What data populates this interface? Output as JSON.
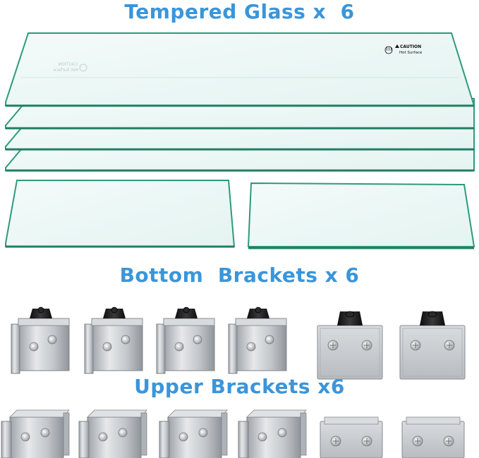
{
  "headings": {
    "glass": "Tempered Glass x  6",
    "bottom": "Bottom  Brackets x 6",
    "upper": "Upper Brackets x6"
  },
  "caution_label": {
    "title": "CAUTION",
    "subtitle": "Hot Surface"
  },
  "colors": {
    "heading": "#3b95d9",
    "glass_edge": "#2e9a7a",
    "glass_fill": "#eef8f7",
    "metal": "#c8cbcf",
    "rubber": "#1c1c1c"
  }
}
